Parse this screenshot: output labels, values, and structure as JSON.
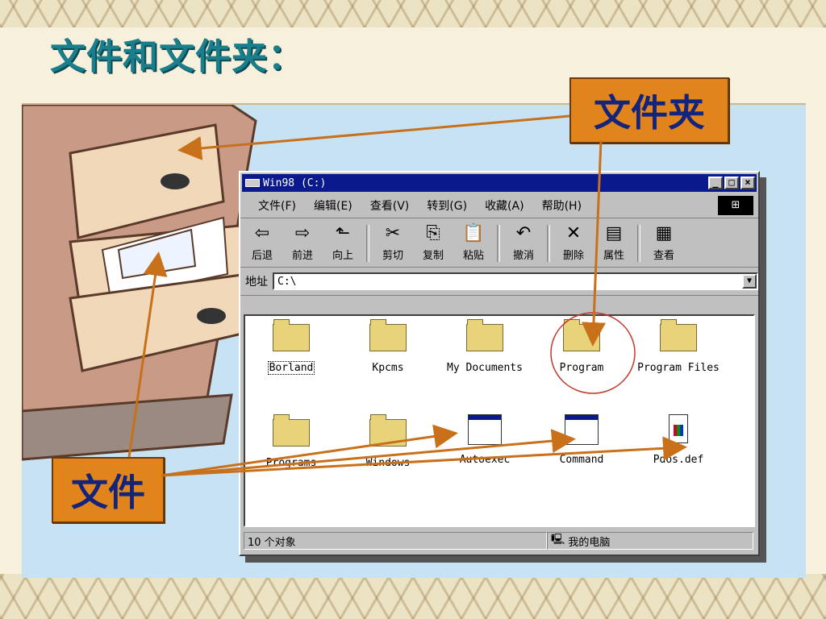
{
  "slide": {
    "title": "文件和文件夹：",
    "callout_folder": "文件夹",
    "callout_file": "文件"
  },
  "window": {
    "title": "Win98 (C:)",
    "controls": [
      "_",
      "□",
      "×"
    ],
    "menu": [
      "文件(F)",
      "编辑(E)",
      "查看(V)",
      "转到(G)",
      "收藏(A)",
      "帮助(H)"
    ],
    "toolbar": [
      {
        "label": "后退",
        "icon": "arrow-left-icon",
        "glyph": "⇦"
      },
      {
        "label": "前进",
        "icon": "arrow-right-icon",
        "glyph": "⇨"
      },
      {
        "label": "向上",
        "icon": "up-folder-icon",
        "glyph": "⬑"
      },
      {
        "label": "剪切",
        "icon": "scissors-icon",
        "glyph": "✂"
      },
      {
        "label": "复制",
        "icon": "copy-icon",
        "glyph": "⎘"
      },
      {
        "label": "粘贴",
        "icon": "paste-icon",
        "glyph": "📋"
      },
      {
        "label": "撤消",
        "icon": "undo-icon",
        "glyph": "↶"
      },
      {
        "label": "删除",
        "icon": "delete-icon",
        "glyph": "✕"
      },
      {
        "label": "属性",
        "icon": "properties-icon",
        "glyph": "▤"
      },
      {
        "label": "查看",
        "icon": "view-icon",
        "glyph": "▦"
      }
    ],
    "address": {
      "label": "地址",
      "value": "C:\\"
    },
    "items": [
      {
        "name": "Borland",
        "type": "folder"
      },
      {
        "name": "Kpcms",
        "type": "folder"
      },
      {
        "name": "My Documents",
        "type": "folder"
      },
      {
        "name": "Program",
        "type": "folder"
      },
      {
        "name": "Program Files",
        "type": "folder"
      },
      {
        "name": "Programs",
        "type": "folder"
      },
      {
        "name": "Windows",
        "type": "folder"
      },
      {
        "name": "Autoexec",
        "type": "file"
      },
      {
        "name": "Command",
        "type": "file"
      },
      {
        "name": "Pdos.def",
        "type": "file"
      }
    ],
    "status": {
      "count": "10 个对象",
      "location": "我的电脑"
    }
  },
  "colors": {
    "title": "#1a7f8c",
    "callout": "#e1841c",
    "callout_text": "#13247a",
    "arrow": "#c8701a",
    "highlight": "#c0392b"
  }
}
